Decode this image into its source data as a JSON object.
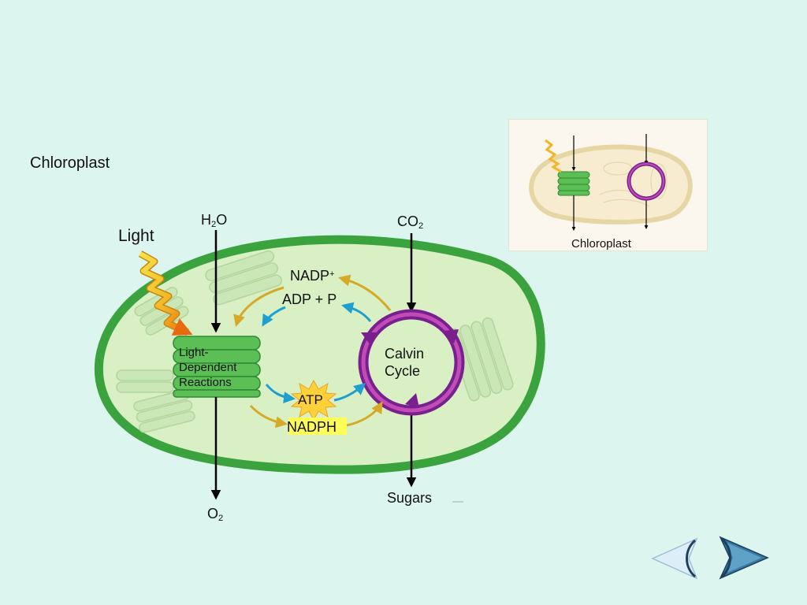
{
  "slide": {
    "title": "Chloroplast",
    "background": "#ddf5ef"
  },
  "diagram": {
    "light": "Light",
    "water": {
      "main": "H",
      "sub": "2",
      "tail": "O"
    },
    "carbon_dioxide": {
      "main": "CO",
      "sub": "2"
    },
    "oxygen": {
      "main": "O",
      "sub": "2"
    },
    "nadp_plus": {
      "main": "NADP",
      "sup": "+"
    },
    "adp_p": "ADP + P",
    "light_reactions": [
      "Light-",
      "Dependent",
      "Reactions"
    ],
    "calvin_cycle": [
      "Calvin",
      "Cycle"
    ],
    "atp": "ATP",
    "nadph": "NADPH",
    "sugars": "Sugars"
  },
  "thumbnail": {
    "caption": "Chloroplast"
  },
  "navigation": {
    "back_icon": "back-arrow-icon",
    "forward_icon": "forward-arrow-icon"
  },
  "colors": {
    "membrane": "#3aa33e",
    "stroma": "#d8f0c4",
    "thylakoid": "#5cbf56",
    "calvin_outer": "#7a1f8e",
    "calvin_inner": "#c04cb8",
    "light_zigzag": "#f0c22a",
    "gold_arrow": "#d7a928",
    "blue_arrow": "#1f9fd0",
    "nadph_highlight": "#ffff55",
    "atp_burst": "#ffd23a"
  }
}
